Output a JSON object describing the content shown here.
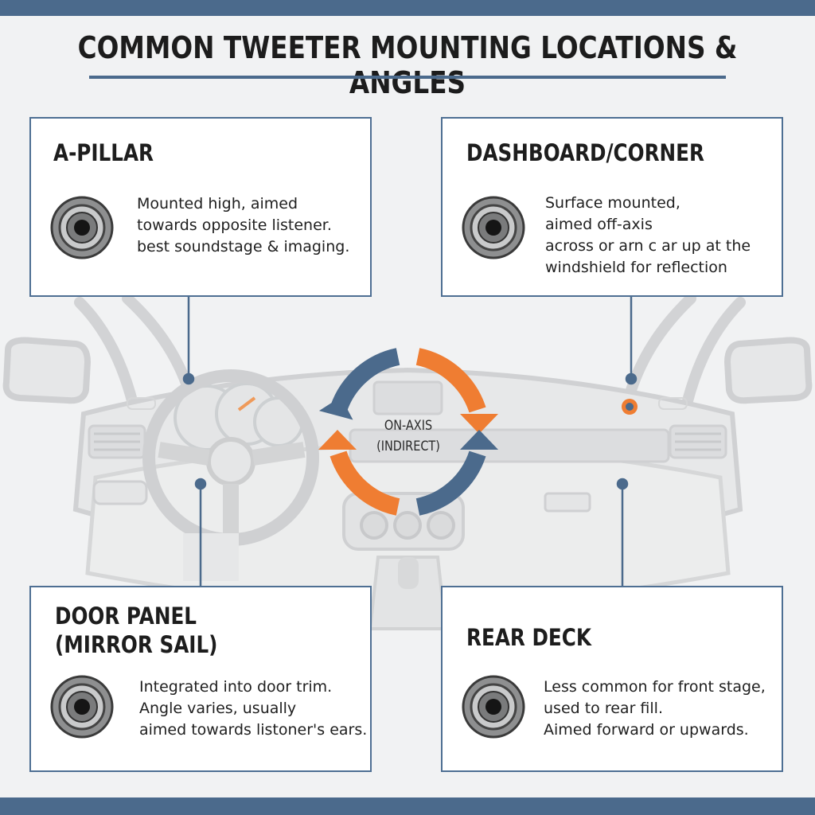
{
  "title": "COMMON TWEETER MOUNTING LOCATIONS & ANGLES",
  "center_label": [
    "ON-AXIS",
    "(INDIRECT)"
  ],
  "colors": {
    "accent_blue": "#4b6a8c",
    "accent_orange": "#ef7d32",
    "card_border": "#4e6f93",
    "background": "#f1f2f3"
  },
  "cards": {
    "a_pillar": {
      "title": [
        "A-PILLAR"
      ],
      "lines": [
        "Mounted high, aimed",
        "towards opposite listener.",
        "best soundstage & imaging."
      ],
      "icon": "tweeter-speaker-icon"
    },
    "dashboard": {
      "title": [
        "DASHBOARD/CORNER"
      ],
      "lines": [
        "Surface mounted,",
        "aimed off-axis",
        "across or arn c ar up at the",
        "windshield for reflection"
      ],
      "icon": "tweeter-speaker-icon"
    },
    "door": {
      "title": [
        "DOOR PANEL",
        "(MIRROR SAIL)"
      ],
      "lines": [
        "Integrated into door trim.",
        "Angle varies, usually",
        "aimed towards listoner's ears."
      ],
      "icon": "tweeter-speaker-icon"
    },
    "rear": {
      "title": [
        "REAR DECK"
      ],
      "lines": [
        "Less common for front stage,",
        "used to rear fill.",
        "Aimed forward or upwards."
      ],
      "icon": "tweeter-speaker-icon"
    }
  }
}
